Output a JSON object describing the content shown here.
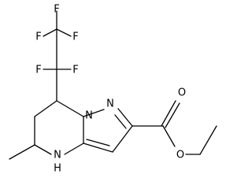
{
  "molecule": {
    "atoms": {
      "f1": "F",
      "f2": "F",
      "f3": "F",
      "f4": "F",
      "f5": "F",
      "n_bridge": "N",
      "n_ring": "N",
      "o_carbonyl": "O",
      "o_ester": "O",
      "nh": "N",
      "nh_h": "H"
    }
  }
}
